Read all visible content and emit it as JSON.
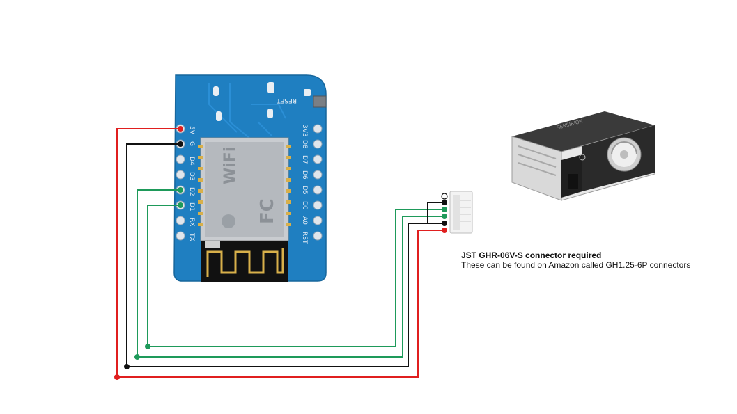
{
  "board": {
    "reset_label": "RESET",
    "left_pins": [
      "5V",
      "G",
      "D4",
      "D3",
      "D2",
      "D1",
      "RX",
      "TX"
    ],
    "right_pins": [
      "3V3",
      "D8",
      "D7",
      "D6",
      "D5",
      "D0",
      "A0",
      "RST"
    ],
    "module_text": "WiFi",
    "fcc_text": "FC"
  },
  "sensor": {
    "brand_text": "SENSIRION"
  },
  "note": {
    "title": "JST GHR-06V-S connector required",
    "subtitle": "These can be found on Amazon called GH1.25-6P connectors"
  },
  "colors": {
    "board": "#1f7fc1",
    "wire_red": "#e01f1f",
    "wire_black": "#111111",
    "wire_green": "#1e9a5a",
    "sensor_body": "#262626"
  }
}
